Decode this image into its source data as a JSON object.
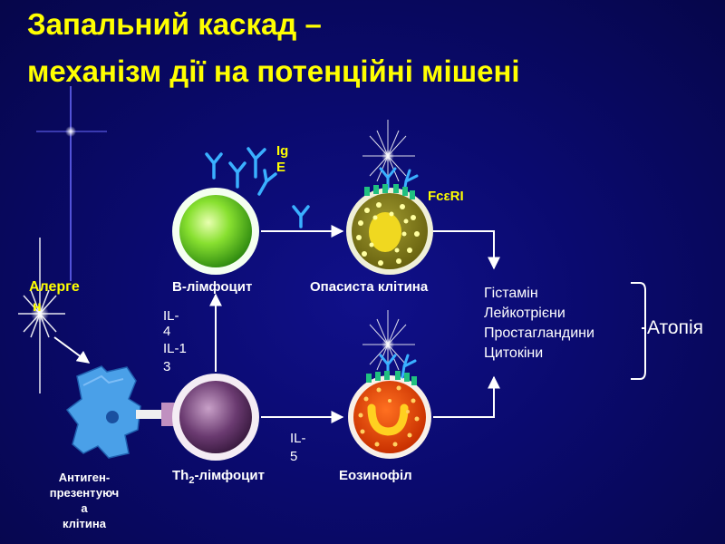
{
  "title": {
    "line1": "Запальний каскад  –",
    "line2": "механізм дії  на потенційні мішені"
  },
  "labels": {
    "ige": [
      "Ig",
      "E"
    ],
    "fceri": "FcεRI",
    "allergen": [
      "Алерге",
      "н"
    ],
    "b_lymphocyte": "В-лімфоцит",
    "mast_cell": "Опасиста клітина",
    "th2": "Th",
    "th2_sub": "2",
    "th2_rest": "-лімфоцит",
    "eosinophil": "Еозинофіл",
    "apc": [
      "Антиген-",
      "презентуюч",
      "а",
      "клітина"
    ],
    "il4": [
      "IL-",
      "4"
    ],
    "il13": [
      "IL-1",
      "3"
    ],
    "il5": [
      "IL-",
      "5"
    ]
  },
  "mediators": [
    "Гістамін",
    "Лейкотрієни",
    "Простагландини",
    "Цитокіни"
  ],
  "atopy": "Атопія"
}
